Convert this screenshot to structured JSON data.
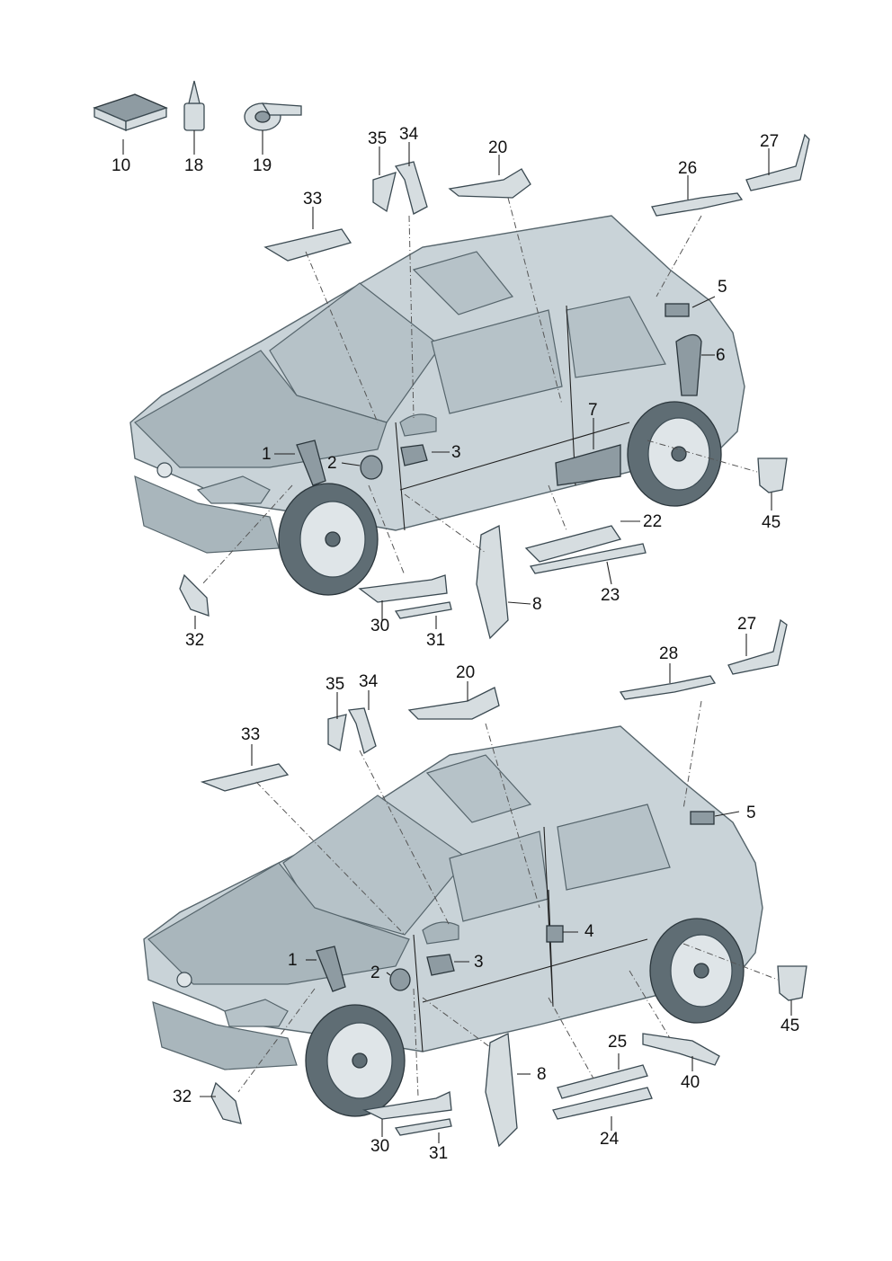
{
  "diagram": {
    "top_view": {
      "labels": {
        "l10": "10",
        "l18": "18",
        "l19": "19",
        "l35": "35",
        "l34": "34",
        "l20": "20",
        "l27": "27",
        "l26": "26",
        "l33": "33",
        "l5": "5",
        "l6": "6",
        "l7": "7",
        "l1": "1",
        "l2": "2",
        "l3": "3",
        "l45": "45",
        "l22": "22",
        "l23": "23",
        "l8": "8",
        "l30": "30",
        "l31": "31",
        "l32": "32"
      }
    },
    "bottom_view": {
      "labels": {
        "l35": "35",
        "l34": "34",
        "l20": "20",
        "l28": "28",
        "l27": "27",
        "l33": "33",
        "l5": "5",
        "l4": "4",
        "l1": "1",
        "l2": "2",
        "l3": "3",
        "l45": "45",
        "l8": "8",
        "l25": "25",
        "l40": "40",
        "l24": "24",
        "l32": "32",
        "l30": "30",
        "l31": "31"
      }
    }
  }
}
